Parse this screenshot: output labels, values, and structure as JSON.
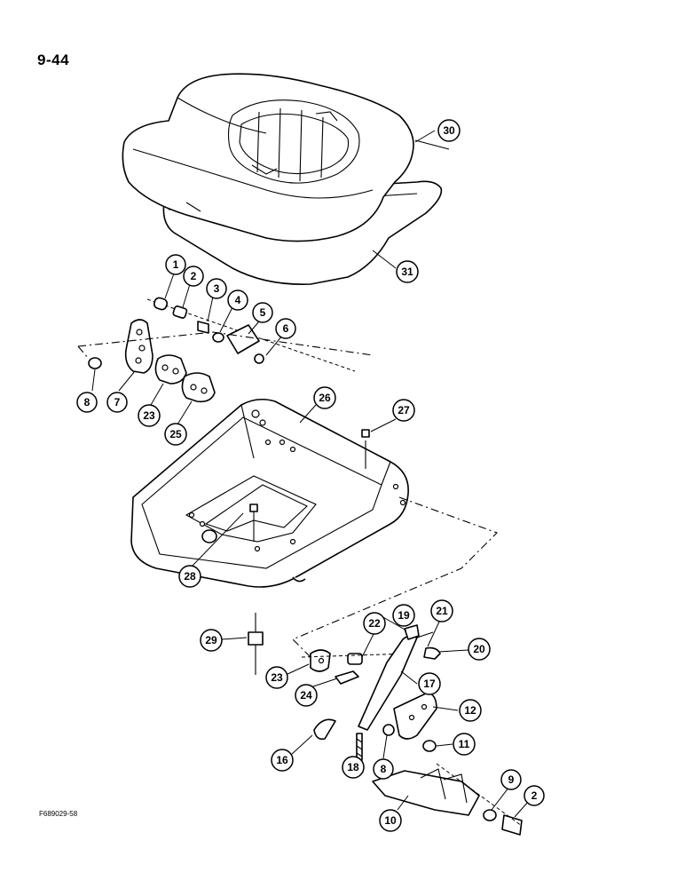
{
  "page": {
    "number": "9-44",
    "figure_code": "F689029-58"
  },
  "callouts": [
    {
      "id": "c1",
      "label": "1"
    },
    {
      "id": "c2a",
      "label": "2"
    },
    {
      "id": "c3",
      "label": "3"
    },
    {
      "id": "c4",
      "label": "4"
    },
    {
      "id": "c5",
      "label": "5"
    },
    {
      "id": "c6",
      "label": "6"
    },
    {
      "id": "c7",
      "label": "7"
    },
    {
      "id": "c8a",
      "label": "8"
    },
    {
      "id": "c23a",
      "label": "23"
    },
    {
      "id": "c25",
      "label": "25"
    },
    {
      "id": "c26",
      "label": "26"
    },
    {
      "id": "c27",
      "label": "27"
    },
    {
      "id": "c28",
      "label": "28"
    },
    {
      "id": "c29",
      "label": "29"
    },
    {
      "id": "c30",
      "label": "30"
    },
    {
      "id": "c31",
      "label": "31"
    },
    {
      "id": "c19",
      "label": "19"
    },
    {
      "id": "c21",
      "label": "21"
    },
    {
      "id": "c22",
      "label": "22"
    },
    {
      "id": "c20",
      "label": "20"
    },
    {
      "id": "c23b",
      "label": "23"
    },
    {
      "id": "c24",
      "label": "24"
    },
    {
      "id": "c17",
      "label": "17"
    },
    {
      "id": "c12",
      "label": "12"
    },
    {
      "id": "c11",
      "label": "11"
    },
    {
      "id": "c16",
      "label": "16"
    },
    {
      "id": "c18",
      "label": "18"
    },
    {
      "id": "c8b",
      "label": "8"
    },
    {
      "id": "c9",
      "label": "9"
    },
    {
      "id": "c2b",
      "label": "2"
    },
    {
      "id": "c10",
      "label": "10"
    }
  ]
}
